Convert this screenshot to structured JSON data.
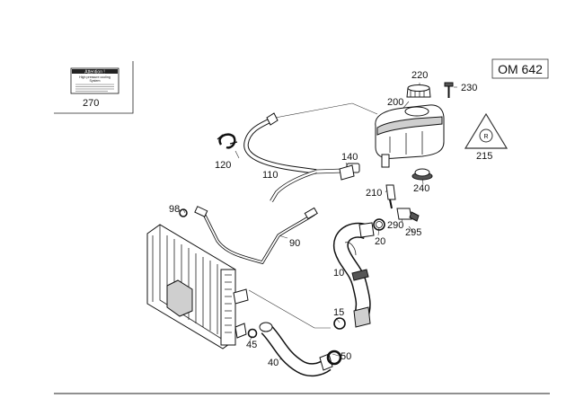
{
  "model_badge": "OM 642",
  "warning_label": {
    "number": "270",
    "heading": "Attention !",
    "subheading": "High pressure cooling",
    "subheading2": "System"
  },
  "hazard_symbol": {
    "letter": "R"
  },
  "callouts": [
    {
      "id": "220",
      "text": "220"
    },
    {
      "id": "230",
      "text": "230"
    },
    {
      "id": "200",
      "text": "200"
    },
    {
      "id": "215",
      "text": "215"
    },
    {
      "id": "120",
      "text": "120"
    },
    {
      "id": "140",
      "text": "140"
    },
    {
      "id": "110",
      "text": "110"
    },
    {
      "id": "240",
      "text": "240"
    },
    {
      "id": "210",
      "text": "210"
    },
    {
      "id": "98",
      "text": "98"
    },
    {
      "id": "290",
      "text": "290"
    },
    {
      "id": "20",
      "text": "20"
    },
    {
      "id": "295",
      "text": "295"
    },
    {
      "id": "90",
      "text": "90"
    },
    {
      "id": "10",
      "text": "10"
    },
    {
      "id": "15",
      "text": "15"
    },
    {
      "id": "45",
      "text": "45"
    },
    {
      "id": "40",
      "text": "40"
    },
    {
      "id": "50",
      "text": "50"
    }
  ]
}
